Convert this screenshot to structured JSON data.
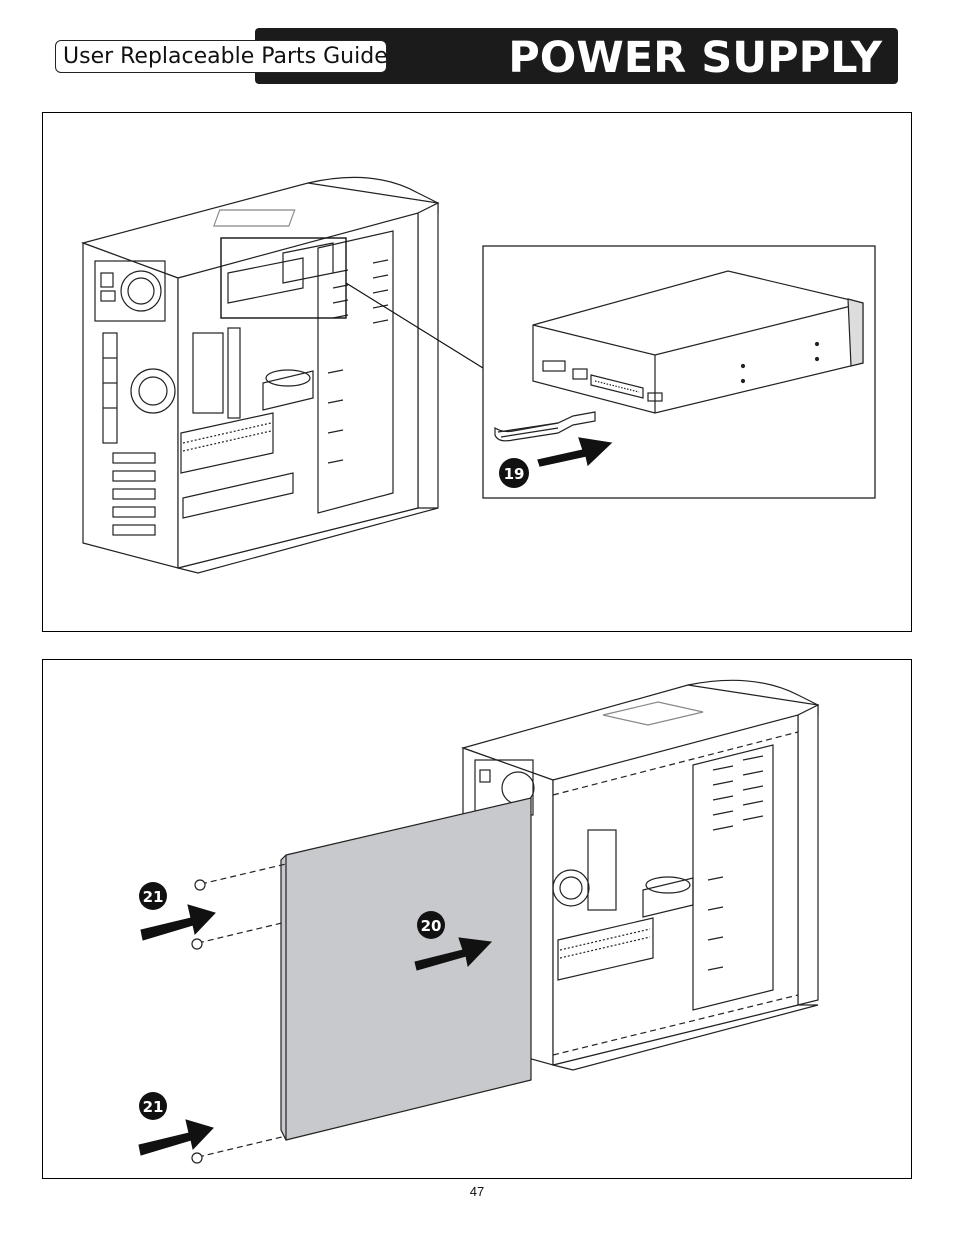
{
  "header": {
    "guide_label": "User Replaceable Parts Guide",
    "section_title": "POWER SUPPLY"
  },
  "figures": [
    {
      "callouts": [
        "19"
      ]
    },
    {
      "callouts": [
        "21",
        "20",
        "21"
      ]
    }
  ],
  "footer": {
    "page_number": "47"
  },
  "colors": {
    "header_bar": "#1b1b1b",
    "side_panel_fill": "#c8c9cc",
    "callout_fill": "#111111",
    "line": "#222222"
  }
}
